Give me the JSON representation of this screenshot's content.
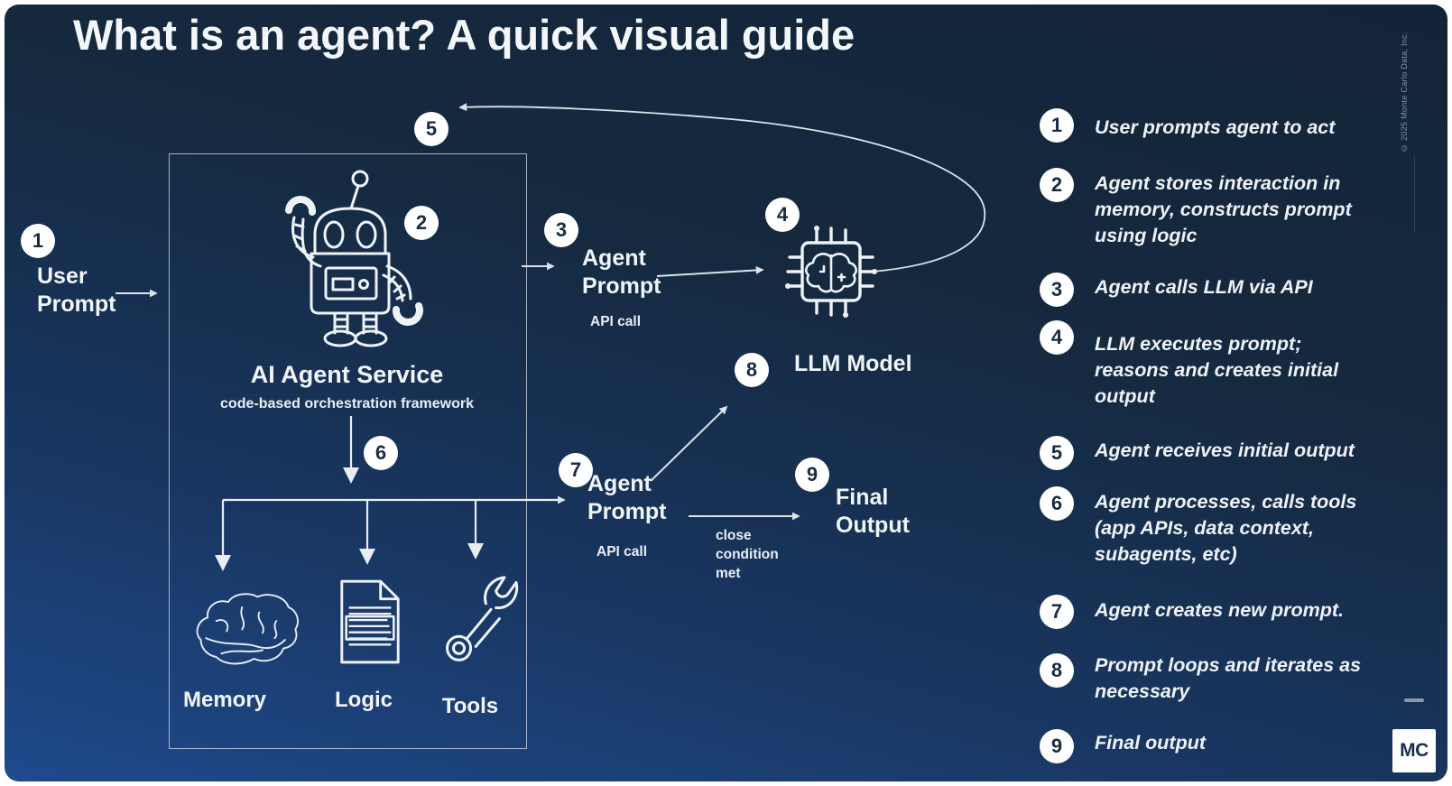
{
  "title": "What is an agent? A quick visual guide",
  "copyright": "© 2025 Monte Carlo Data, Inc.",
  "logo_text": "MC",
  "colors": {
    "background_top": "#142438",
    "background_bottom": "#1f4a8c",
    "line": "#dce3ea",
    "badge_bg": "#ffffff",
    "badge_text": "#1a2b42",
    "text": "#f1f5f9"
  },
  "diagram": {
    "user_prompt": {
      "badge": "1",
      "label": "User\nPrompt"
    },
    "service_box": {
      "robot_badge": "2",
      "title": "AI Agent Service",
      "subtitle": "code-based orchestration framework",
      "branch_badge": "6",
      "memory_label": "Memory",
      "logic_label": "Logic",
      "tools_label": "Tools"
    },
    "agent_prompt_first": {
      "badge": "3",
      "label": "Agent\nPrompt",
      "sublabel": "API call"
    },
    "llm_model": {
      "badge": "4",
      "label": "LLM Model",
      "loop_badge": "5"
    },
    "agent_prompt_loop": {
      "badge": "7",
      "label": "Agent\nPrompt",
      "sublabel": "API call",
      "iterate_badge": "8"
    },
    "final_output": {
      "badge": "9",
      "label": "Final\nOutput",
      "condition_label": "close\ncondition\nmet"
    }
  },
  "legend": [
    {
      "num": "1",
      "text": "User prompts agent to act"
    },
    {
      "num": "2",
      "text": "Agent stores interaction in\nmemory, constructs prompt\nusing logic"
    },
    {
      "num": "3",
      "text": "Agent calls LLM via API"
    },
    {
      "num": "4",
      "text": "LLM executes prompt;\nreasons and creates initial\noutput"
    },
    {
      "num": "5",
      "text": "Agent receives initial output"
    },
    {
      "num": "6",
      "text": "Agent processes, calls tools\n(app APIs, data context,\nsubagents, etc)"
    },
    {
      "num": "7",
      "text": "Agent creates new prompt."
    },
    {
      "num": "8",
      "text": "Prompt loops and iterates as\nnecessary"
    },
    {
      "num": "9",
      "text": "Final output"
    }
  ]
}
